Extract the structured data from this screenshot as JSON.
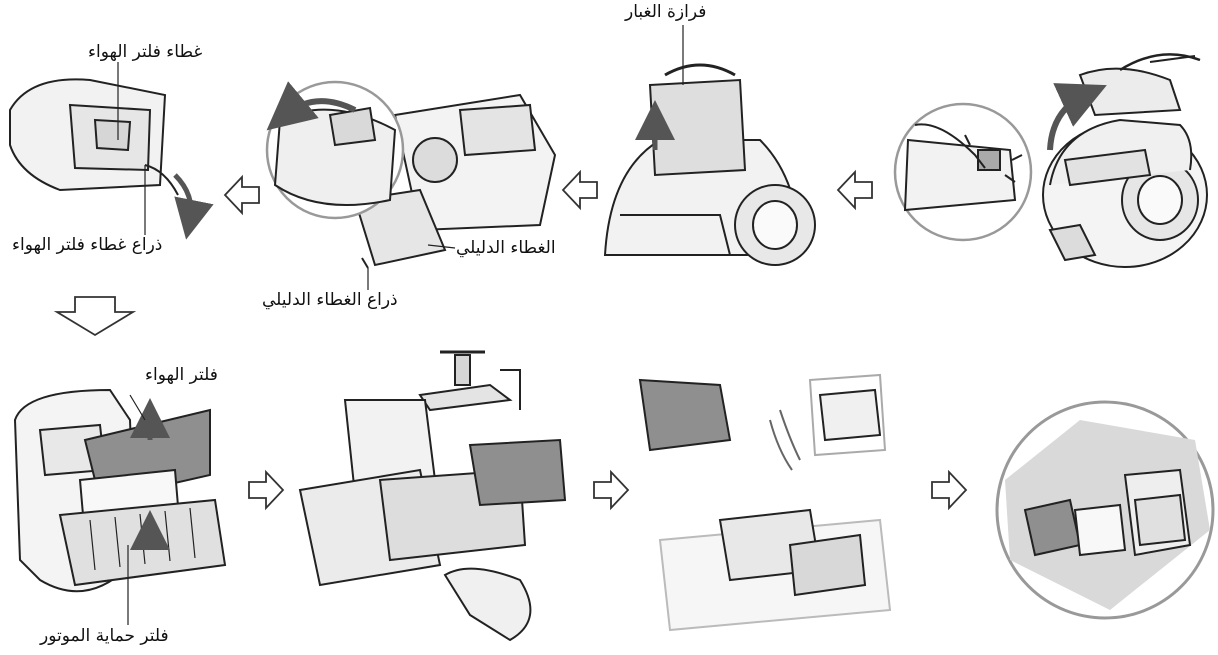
{
  "labels": {
    "dust_separator": "فرازة الغبار",
    "air_filter_cover": "غطاء فلتر الهواء",
    "air_filter_cover_lever": "ذراع غطاء فلتر الهواء",
    "guide_cover": "الغطاء الدليلي",
    "guide_cover_lever": "ذراع الغطاء الدليلي",
    "air_filter": "فلتر الهواء",
    "motor_protection_filter": "فلتر حماية الموتور"
  }
}
